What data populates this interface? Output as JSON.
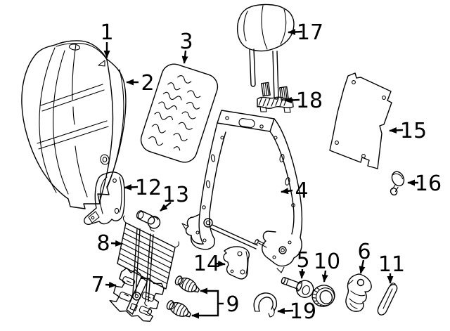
{
  "figure": {
    "kind": "exploded-parts-diagram",
    "background_color": "#ffffff",
    "line_color": "#000000"
  },
  "callouts": [
    {
      "number": "1"
    },
    {
      "number": "2"
    },
    {
      "number": "3"
    },
    {
      "number": "4"
    },
    {
      "number": "5"
    },
    {
      "number": "6"
    },
    {
      "number": "7"
    },
    {
      "number": "8"
    },
    {
      "number": "9"
    },
    {
      "number": "10"
    },
    {
      "number": "11"
    },
    {
      "number": "12"
    },
    {
      "number": "13"
    },
    {
      "number": "14"
    },
    {
      "number": "15"
    },
    {
      "number": "16"
    },
    {
      "number": "17"
    },
    {
      "number": "18"
    },
    {
      "number": "19"
    }
  ]
}
